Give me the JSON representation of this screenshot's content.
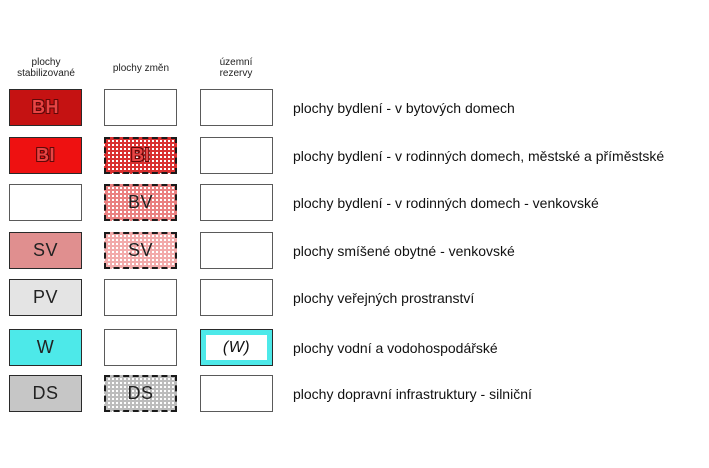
{
  "legend": {
    "columns": [
      {
        "id": "stabilized",
        "label": "plochy\nstabilizované"
      },
      {
        "id": "changes",
        "label": "plochy změn"
      },
      {
        "id": "reserves",
        "label": "územní\nrezervy"
      }
    ],
    "colors": {
      "bh_fill": "#c51212",
      "bi_fill": "#ee1111",
      "sv_fill": "#e08f8f",
      "pv_fill": "#e4e4e4",
      "w_fill": "#4de9e9",
      "ds_fill": "#c6c6c6",
      "hatch_bi_line": "#d93030",
      "hatch_bv_line": "#ea8080",
      "hatch_sv_line": "#f2aaaa",
      "hatch_ds_line": "#bcbcbc",
      "reserve_w_frame": "#4de9e9",
      "code_outline": "#5f0808"
    },
    "rows": [
      {
        "description": "plochy bydlení - v bytových domech",
        "stabilized": {
          "code": "BH"
        },
        "changes": {
          "code": ""
        },
        "reserves": {
          "code": ""
        }
      },
      {
        "description": "plochy bydlení - v rodinných domech, městské a příměstské",
        "stabilized": {
          "code": "BI"
        },
        "changes": {
          "code": "BI"
        },
        "reserves": {
          "code": ""
        }
      },
      {
        "description": "plochy bydlení - v rodinných domech - venkovské",
        "stabilized": {
          "code": ""
        },
        "changes": {
          "code": "BV"
        },
        "reserves": {
          "code": ""
        }
      },
      {
        "description": "plochy smíšené obytné - venkovské",
        "stabilized": {
          "code": "SV"
        },
        "changes": {
          "code": "SV"
        },
        "reserves": {
          "code": ""
        }
      },
      {
        "description": "plochy veřejných prostranství",
        "stabilized": {
          "code": "PV"
        },
        "changes": {
          "code": ""
        },
        "reserves": {
          "code": ""
        }
      },
      {
        "description": "plochy vodní a vodohospodářské",
        "stabilized": {
          "code": "W"
        },
        "changes": {
          "code": ""
        },
        "reserves": {
          "code": "(W)"
        }
      },
      {
        "description": "plochy dopravní infrastruktury - silniční",
        "stabilized": {
          "code": "DS"
        },
        "changes": {
          "code": "DS"
        },
        "reserves": {
          "code": ""
        }
      }
    ]
  }
}
